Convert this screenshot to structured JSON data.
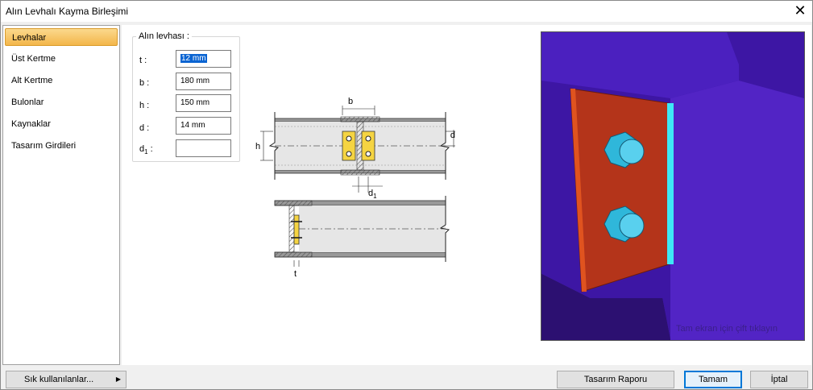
{
  "window": {
    "title": "Alın Levhalı Kayma Birleşimi",
    "close_glyph": "✕"
  },
  "sidebar": {
    "items": [
      {
        "label": "Levhalar"
      },
      {
        "label": "Üst Kertme"
      },
      {
        "label": "Alt Kertme"
      },
      {
        "label": "Bulonlar"
      },
      {
        "label": "Kaynaklar"
      },
      {
        "label": "Tasarım Girdileri"
      }
    ],
    "active_index": 0
  },
  "plate_group": {
    "legend": "Alın levhası :",
    "fields": [
      {
        "label": "t :",
        "value": "12 mm",
        "selected": true
      },
      {
        "label": "b :",
        "value": "180 mm"
      },
      {
        "label": "h :",
        "value": "150 mm"
      },
      {
        "label": "d :",
        "value": "14 mm"
      },
      {
        "label_main": "d",
        "label_sub": "1",
        "label_suffix": " :",
        "value": ""
      }
    ]
  },
  "diagram": {
    "label_b": "b",
    "label_h": "h",
    "label_d": "d",
    "label_d1_main": "d",
    "label_d1_sub": "1",
    "label_t": "t"
  },
  "render_view": {
    "caption": "Tam ekran için çift tıklayın",
    "colors": {
      "background": "#22123e",
      "beam": "#3d16a4",
      "plate": "#b4341a",
      "bolt": "#2fb7da",
      "weld": "#3ee8f6"
    }
  },
  "footer": {
    "favorites_label": "Sık kullanılanlar...",
    "report_label": "Tasarım Raporu",
    "ok_label": "Tamam",
    "cancel_label": "İptal"
  }
}
